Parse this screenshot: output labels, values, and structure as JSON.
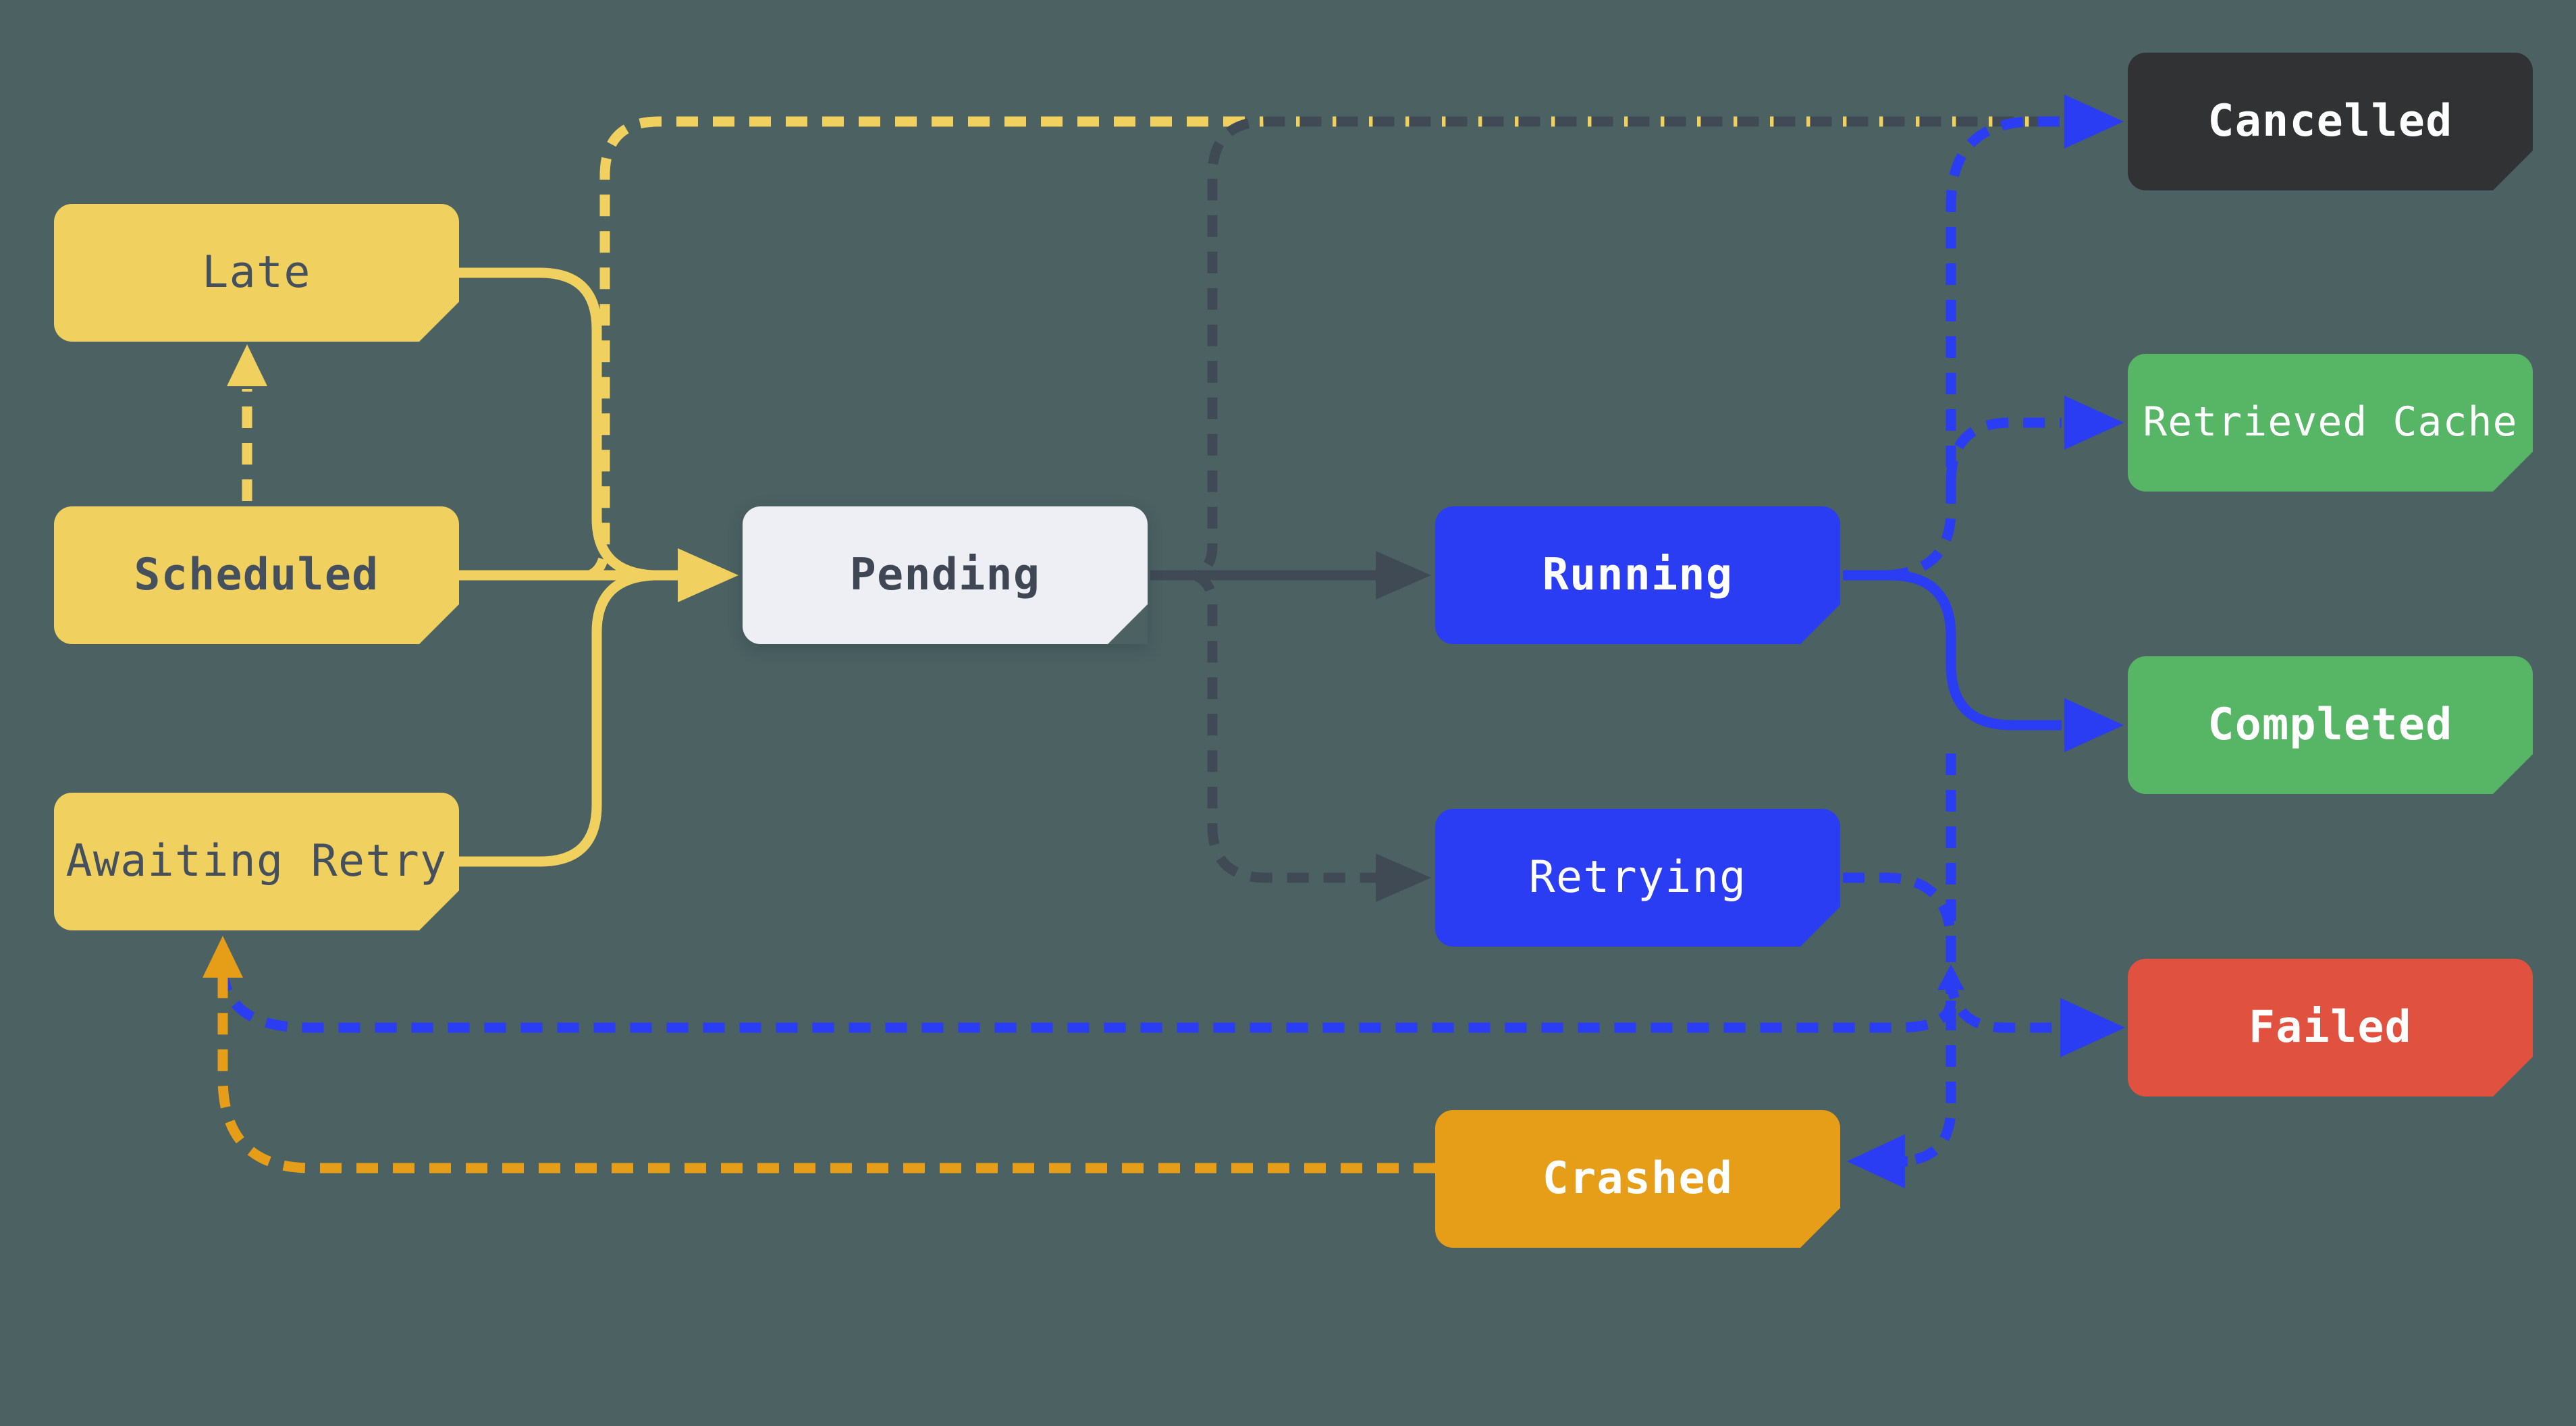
{
  "diagram": {
    "background_color": "#4b6162",
    "nodes": [
      {
        "id": "late",
        "label": "Late",
        "fill": "#f0d15f",
        "text_color": "#45505f",
        "emphasis": false
      },
      {
        "id": "scheduled",
        "label": "Scheduled",
        "fill": "#f0d15f",
        "text_color": "#45505f",
        "emphasis": true
      },
      {
        "id": "awaiting-retry",
        "label": "Awaiting Retry",
        "fill": "#f0d15f",
        "text_color": "#45505f",
        "emphasis": false
      },
      {
        "id": "pending",
        "label": "Pending",
        "fill": "#edeff5",
        "text_color": "#3f4754",
        "emphasis": true
      },
      {
        "id": "running",
        "label": "Running",
        "fill": "#2a3df2",
        "text_color": "#ffffff",
        "emphasis": true
      },
      {
        "id": "retrying",
        "label": "Retrying",
        "fill": "#2a3df2",
        "text_color": "#ffffff",
        "emphasis": false
      },
      {
        "id": "crashed",
        "label": "Crashed",
        "fill": "#e69d17",
        "text_color": "#ffffff",
        "emphasis": true
      },
      {
        "id": "cancelled",
        "label": "Cancelled",
        "fill": "#303234",
        "text_color": "#ffffff",
        "emphasis": true
      },
      {
        "id": "retrieved-cache",
        "label": "Retrieved Cache",
        "fill": "#57b566",
        "text_color": "#ffffff",
        "emphasis": false
      },
      {
        "id": "completed",
        "label": "Completed",
        "fill": "#57b566",
        "text_color": "#ffffff",
        "emphasis": true
      },
      {
        "id": "failed",
        "label": "Failed",
        "fill": "#e1513f",
        "text_color": "#ffffff",
        "emphasis": true
      }
    ],
    "edges": [
      {
        "from": "scheduled",
        "to": "late",
        "style": "dashed",
        "color": "#f0d15f"
      },
      {
        "from": "late",
        "to": "pending",
        "style": "solid",
        "color": "#f0d15f"
      },
      {
        "from": "scheduled",
        "to": "pending",
        "style": "solid",
        "color": "#f0d15f"
      },
      {
        "from": "awaiting-retry",
        "to": "pending",
        "style": "solid",
        "color": "#f0d15f"
      },
      {
        "from": "scheduled",
        "to": "cancelled",
        "style": "dashed",
        "color": "#f0d15f"
      },
      {
        "from": "pending",
        "to": "running",
        "style": "solid",
        "color": "#3f4a55"
      },
      {
        "from": "pending",
        "to": "cancelled",
        "style": "dashed",
        "color": "#3f4a55"
      },
      {
        "from": "pending",
        "to": "retrying",
        "style": "dashed",
        "color": "#3f4a55"
      },
      {
        "from": "running",
        "to": "cancelled",
        "style": "dashed",
        "color": "#2a3df2"
      },
      {
        "from": "running",
        "to": "retrieved-cache",
        "style": "dashed",
        "color": "#2a3df2"
      },
      {
        "from": "running",
        "to": "completed",
        "style": "solid",
        "color": "#2a3df2"
      },
      {
        "from": "running",
        "to": "crashed",
        "style": "dashed",
        "color": "#2a3df2"
      },
      {
        "from": "retrying",
        "to": "failed",
        "style": "dashed",
        "color": "#2a3df2"
      },
      {
        "from": "failed",
        "to": "awaiting-retry",
        "style": "dashed",
        "color": "#2a3df2"
      },
      {
        "from": "crashed",
        "to": "awaiting-retry",
        "style": "dashed",
        "color": "#e69d17"
      }
    ]
  }
}
